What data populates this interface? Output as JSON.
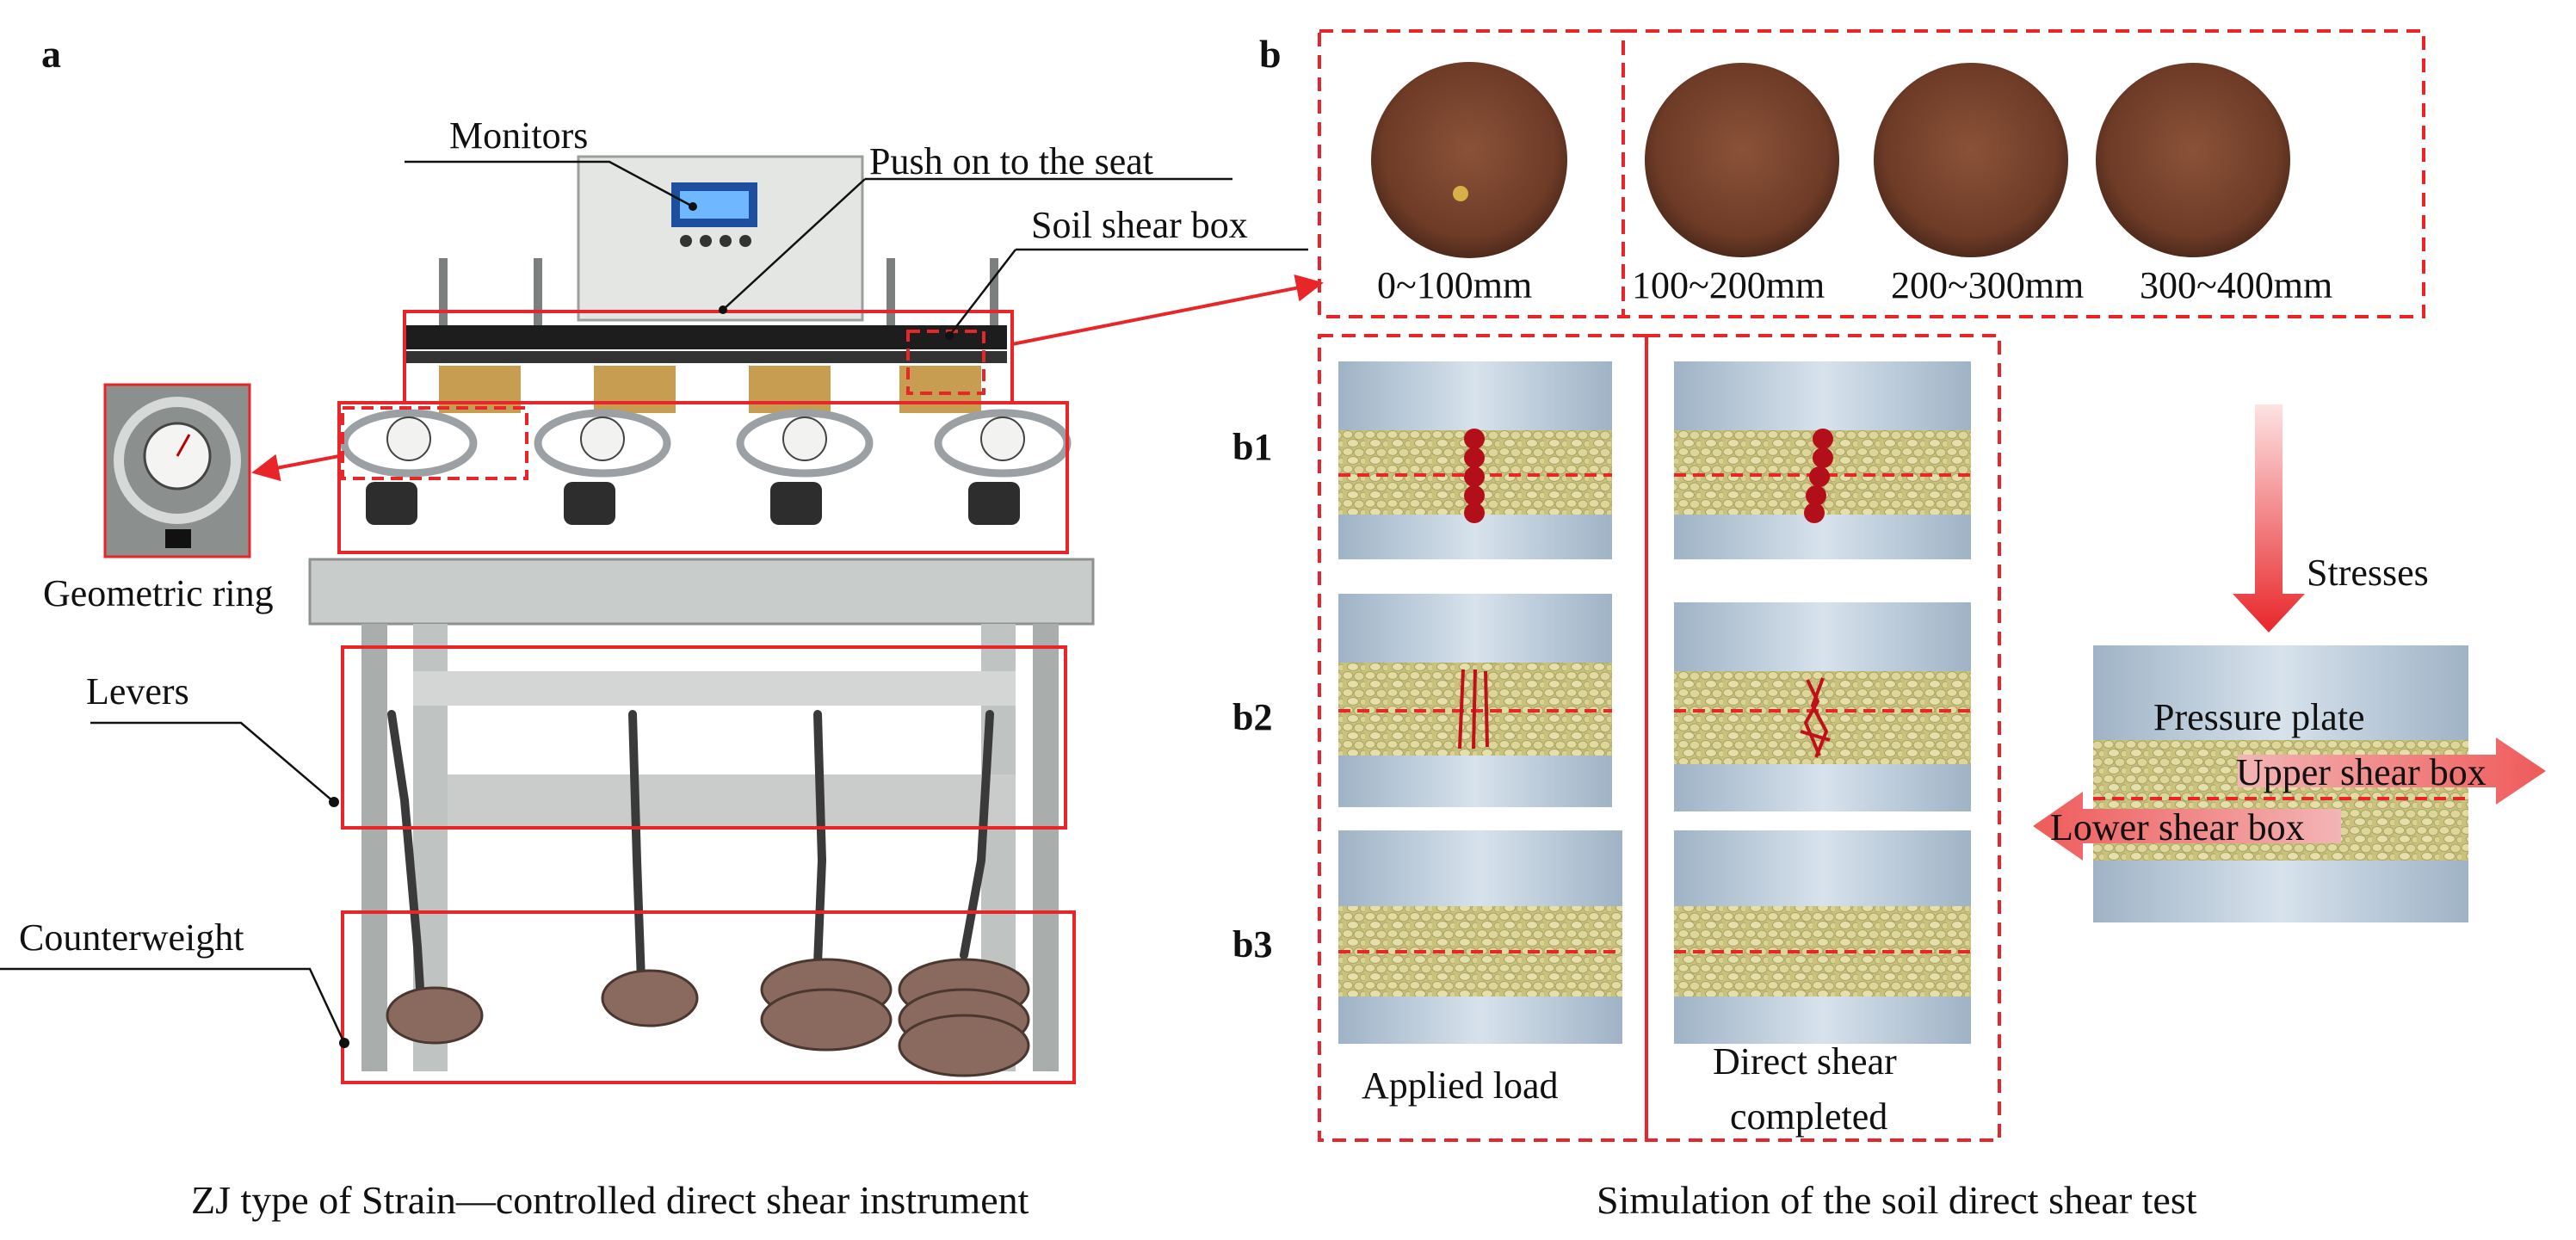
{
  "panel_a": {
    "letter": "a",
    "labels": {
      "monitors": "Monitors",
      "push_seat": "Push on to the seat",
      "shear_box": "Soil shear box",
      "geometric_ring": "Geometric ring",
      "levers": "Levers",
      "counterweight": "Counterweight"
    },
    "caption": "ZJ type of Strain—controlled direct shear instrument"
  },
  "panel_b": {
    "letter": "b",
    "sample_depths": [
      "0~100mm",
      "100~200mm",
      "200~300mm",
      "300~400mm"
    ],
    "rows": [
      "b1",
      "b2",
      "b3"
    ],
    "column_labels": {
      "applied": "Applied load",
      "completed_line1": "Direct shear",
      "completed_line2": "completed"
    },
    "schematic": {
      "stresses": "Stresses",
      "pressure_plate": "Pressure plate",
      "upper_box": "Upper shear box",
      "lower_box": "Lower shear box"
    },
    "caption": "Simulation of the soil direct shear test"
  },
  "colors": {
    "annotation_red": "#e8262a",
    "soil_brown": "#7a4530",
    "particle_yellow": "#d6cf8e",
    "cylinder_blue": "#b7c7d6",
    "marker_red": "#c0101a"
  }
}
